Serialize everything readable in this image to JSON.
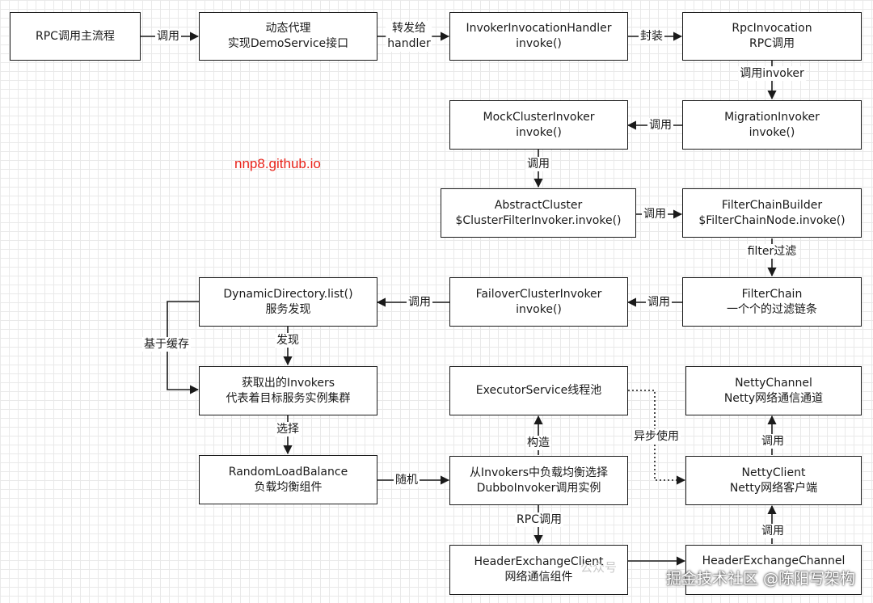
{
  "nodes": {
    "rpc_main": {
      "lines": [
        "RPC调用主流程"
      ]
    },
    "dynamic_proxy": {
      "lines": [
        "动态代理",
        "实现DemoService接口"
      ]
    },
    "invoker_handler": {
      "lines": [
        "InvokerInvocationHandler",
        "invoke()"
      ]
    },
    "rpc_invocation": {
      "lines": [
        "RpcInvocation",
        "RPC调用"
      ]
    },
    "mock_cluster": {
      "lines": [
        "MockClusterInvoker",
        "invoke()"
      ]
    },
    "migration": {
      "lines": [
        "MigrationInvoker",
        "invoke()"
      ]
    },
    "abstract_cluster": {
      "lines": [
        "AbstractCluster",
        "$ClusterFilterInvoker.invoke()"
      ]
    },
    "filter_builder": {
      "lines": [
        "FilterChainBuilder",
        "$FilterChainNode.invoke()"
      ]
    },
    "dynamic_directory": {
      "lines": [
        "DynamicDirectory.list()",
        "服务发现"
      ]
    },
    "failover": {
      "lines": [
        "FailoverClusterInvoker",
        "invoke()"
      ]
    },
    "filter_chain": {
      "lines": [
        "FilterChain",
        "一个个的过滤链条"
      ]
    },
    "invokers_found": {
      "lines": [
        "获取出的Invokers",
        "代表着目标服务实例集群"
      ]
    },
    "executor": {
      "lines": [
        "ExecutorService线程池"
      ]
    },
    "netty_channel": {
      "lines": [
        "NettyChannel",
        "Netty网络通信通道"
      ]
    },
    "random_lb": {
      "lines": [
        "RandomLoadBalance",
        "负载均衡组件"
      ]
    },
    "select_invoker": {
      "lines": [
        "从Invokers中负载均衡选择",
        "DubboInvoker调用实例"
      ]
    },
    "netty_client": {
      "lines": [
        "NettyClient",
        "Netty网络客户端"
      ]
    },
    "header_client": {
      "lines": [
        "HeaderExchangeClient",
        "网络通信组件"
      ]
    },
    "header_channel": {
      "lines": [
        "HeaderExchangeChannel"
      ]
    }
  },
  "edges": {
    "e1": "调用",
    "e2": [
      "转发给",
      "handler"
    ],
    "e3": "封装",
    "e4": "调用invoker",
    "e5": "调用",
    "e6": "调用",
    "e7": "调用",
    "e8": "filter过滤",
    "e9": "调用",
    "e10": "调用",
    "e11": "发现",
    "e12": "基于缓存",
    "e13": "选择",
    "e14": "随机",
    "e15": "构造",
    "e16": "异步使用",
    "e17": "RPC调用",
    "e18": "调用",
    "e19": "调用"
  },
  "watermark": "nnp8.github.io",
  "footer": {
    "brand": "公众号",
    "text": "掘金技术社区 @陈阳写架构"
  },
  "colors": {
    "line": "#1a1a1a",
    "watermark": "#e8231a",
    "grid": "#e9e9e9"
  }
}
